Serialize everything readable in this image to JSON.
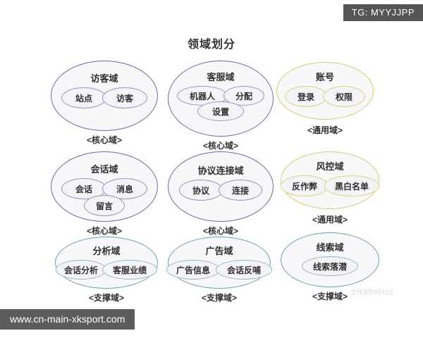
{
  "badges": {
    "tg": "TG: MYYJJPP",
    "url": "www.cn-main-xksport.com",
    "watermark": "全栈架构师社区"
  },
  "title": "领域划分",
  "palette": {
    "purple": "#6f6aa0",
    "gold": "#d9cd69",
    "teal": "#6d9eab",
    "fill": "#f8f8fb",
    "background": "#ffffff",
    "text": "#2f2f2f",
    "badge_bg": "#5c5c5c"
  },
  "tags": {
    "core": "<核心域>",
    "common": "<通用域>",
    "support": "<支撑域>"
  },
  "domains": [
    {
      "id": "visitor",
      "title": "访客域",
      "tag": "<核心域>",
      "color": "purple",
      "rows": [
        [
          "站点",
          "访客"
        ]
      ]
    },
    {
      "id": "customer-service",
      "title": "客服域",
      "tag": "<核心域>",
      "color": "purple",
      "rows": [
        [
          "机器人",
          "分配"
        ],
        [
          "设置"
        ]
      ]
    },
    {
      "id": "account",
      "title": "账号",
      "tag": "<通用域>",
      "color": "gold",
      "rows": [
        [
          "登录",
          "权限"
        ]
      ]
    },
    {
      "id": "session",
      "title": "会话域",
      "tag": "<核心域>",
      "color": "purple",
      "rows": [
        [
          "会话",
          "消息"
        ],
        [
          "留言"
        ]
      ]
    },
    {
      "id": "protocol-connection",
      "title": "协议连接域",
      "tag": "<核心域>",
      "color": "purple",
      "rows": [
        [
          "协议",
          "连接"
        ]
      ]
    },
    {
      "id": "risk-control",
      "title": "风控域",
      "tag": "<通用域>",
      "color": "gold",
      "rows": [
        [
          "反作弊",
          "黑白名单"
        ]
      ]
    },
    {
      "id": "analysis",
      "title": "分析域",
      "tag": "<支撑域>",
      "color": "teal",
      "rows": [
        [
          "会话分析",
          "客服业绩"
        ]
      ]
    },
    {
      "id": "advertising",
      "title": "广告域",
      "tag": "<支撑域>",
      "color": "teal",
      "rows": [
        [
          "广告信息",
          "会话反哺"
        ]
      ]
    },
    {
      "id": "lead",
      "title": "线索域",
      "tag": "<支撑域>",
      "color": "teal",
      "rows": [
        [
          "线索落潜"
        ]
      ]
    }
  ]
}
